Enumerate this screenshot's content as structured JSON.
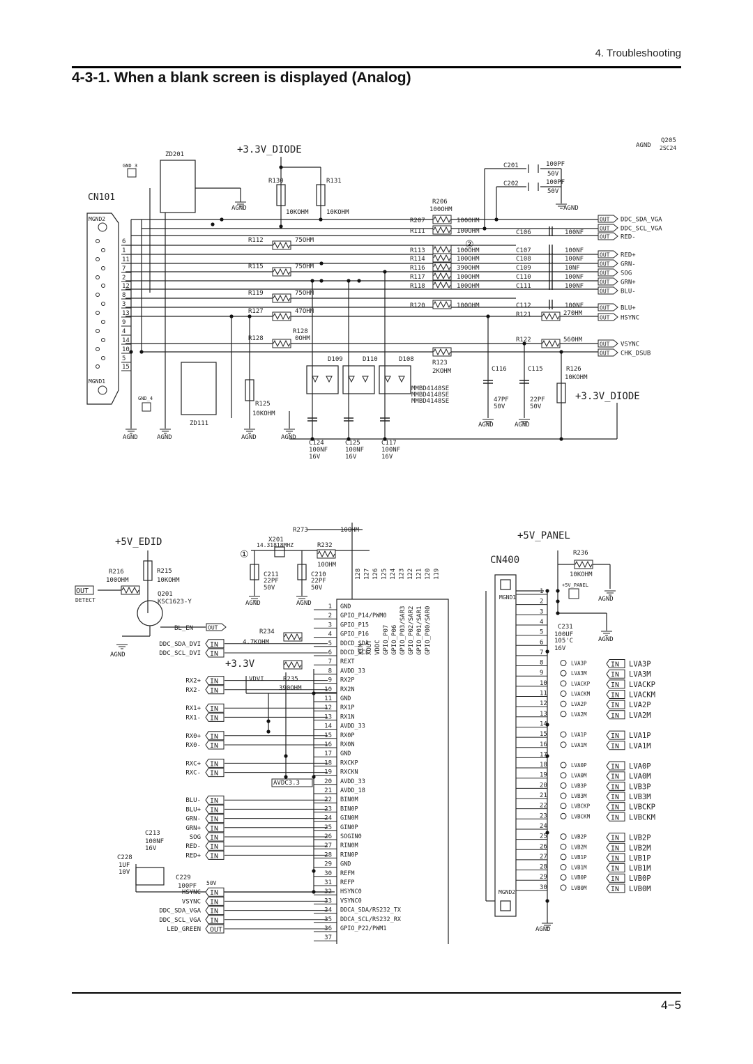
{
  "header": {
    "section": "4. Troubleshooting"
  },
  "title": "4-3-1. When a blank screen is displayed (Analog)",
  "page_number": "4−5",
  "schematic1": {
    "rail_top": "+3.3V_DIODE",
    "rail_right": "+3.3V_DIODE",
    "connector": "CN101",
    "zd201": "ZD201",
    "zd111": "ZD111",
    "q205": "Q205",
    "q205_part": "2SC24",
    "gnd3": "GND_3",
    "gnd4": "GND_4",
    "mgnd2": "MGND2",
    "mgnd1": "MGND1",
    "agnd": "AGND",
    "pins": [
      "6",
      "1",
      "11",
      "7",
      "2",
      "12",
      "8",
      "3",
      "13",
      "9",
      "4",
      "14",
      "10",
      "5",
      "15"
    ],
    "r130": "R130",
    "r131": "R131",
    "r130_val": "10KOHM",
    "r131_val": "10KOHM",
    "c201": "C201",
    "c201_val": "100PF",
    "c201_v": "50V",
    "c202": "C202",
    "c202_val": "100PF",
    "c202_v": "50V",
    "r206": "R206",
    "r206_val": "100OHM",
    "right_res": [
      {
        "ref": "R207",
        "val": "100OHM"
      },
      {
        "ref": "R111",
        "val": "100OHM"
      },
      {
        "ref": "R113",
        "val": "100OHM"
      },
      {
        "ref": "R114",
        "val": "100OHM"
      },
      {
        "ref": "R116",
        "val": "390OHM"
      },
      {
        "ref": "R117",
        "val": "100OHM"
      },
      {
        "ref": "R118",
        "val": "100OHM"
      },
      {
        "ref": "R120",
        "val": "100OHM"
      }
    ],
    "right_caps": [
      {
        "ref": "C106",
        "val": "100NF"
      },
      {
        "ref": "C107",
        "val": "100NF"
      },
      {
        "ref": "C108",
        "val": "100NF"
      },
      {
        "ref": "C109",
        "val": "10NF"
      },
      {
        "ref": "C110",
        "val": "100NF"
      },
      {
        "ref": "C111",
        "val": "100NF"
      },
      {
        "ref": "C112",
        "val": "100NF"
      }
    ],
    "r121": "R121",
    "r121_val": "270HM",
    "r122": "R122",
    "r122_val": "560HM",
    "outputs": [
      "DDC_SDA_VGA",
      "DDC_SCL_VGA",
      "RED-",
      "RED+",
      "GRN-",
      "SOG",
      "GRN+",
      "BLU-",
      "BLU+",
      "HSYNC",
      "VSYNC",
      "CHK_DSUB"
    ],
    "out_label": "OUT",
    "left_res": [
      {
        "ref": "R112",
        "val": "75OHM"
      },
      {
        "ref": "R115",
        "val": "75OHM"
      },
      {
        "ref": "R119",
        "val": "75OHM"
      },
      {
        "ref": "R127",
        "val": "47OHM"
      },
      {
        "ref": "R128",
        "val": "0OHM"
      }
    ],
    "r123": "R123",
    "r123_val": "2KOHM",
    "diodes": [
      "D109",
      "D110",
      "D108"
    ],
    "diode_parts": [
      "MMBD4148SE",
      "MMBD4148SE",
      "MMBD4148SE"
    ],
    "c116": "C116",
    "c116_val": "47PF",
    "c116_v": "50V",
    "c115": "C115",
    "c115_val": "22PF",
    "c115_v": "50V",
    "r126": "R126",
    "r126_val": "10KOHM",
    "r125": "R125",
    "r125_val": "10KOHM",
    "bottom_caps": [
      {
        "ref": "C124",
        "val": "100NF",
        "v": "16V"
      },
      {
        "ref": "C125",
        "val": "100NF",
        "v": "16V"
      },
      {
        "ref": "C117",
        "val": "100NF",
        "v": "16V"
      }
    ],
    "marker": "②"
  },
  "schematic2": {
    "rail_edid": "+5V_EDID",
    "rail_33": "+3.3V",
    "marker": "①",
    "x201": "X201",
    "x201_val": "14.31818MHZ",
    "r273": "R273",
    "r273_val": "10OHM",
    "r232": "R232",
    "r232_val": "10OHM",
    "c211": "C211",
    "c211_val": "22PF",
    "c211_v": "50V",
    "c210": "C210",
    "c210_val": "22PF",
    "c210_v": "50V",
    "r216": "R216",
    "r216_val": "100OHM",
    "r215": "R215",
    "r215_val": "10KOHM",
    "q201": "Q201",
    "q201_part": "KSC1623-Y",
    "out_left": "OUT",
    "detect": "DETECT",
    "bl_en": "BL_EN",
    "r234": "R234",
    "r234_val": "4.7KOHM",
    "r235": "R235",
    "r235_val": "390OHM",
    "vdvi": "VDVI",
    "avdc": "AVDC3.3",
    "agnd": "AGND",
    "c213": "C213",
    "c213_val": "100NF",
    "c213_v": "16V",
    "c228": "C228",
    "c228_val": "1UF",
    "c228_v": "10V",
    "c229": "C229",
    "c229_val": "100PF",
    "c229_v": "50V",
    "top_pins": [
      "128",
      "127",
      "126",
      "125",
      "124",
      "123",
      "122",
      "121",
      "120",
      "119"
    ],
    "top_pin_names": [
      "XIN",
      "XOUT",
      "VDDC",
      "GPIO_P07",
      "GPIO_P06",
      "GPIO_P03/SAR3",
      "GPIO_P02/SAR2",
      "GPIO_P01/SAR1",
      "GPIO_P00/SAR0"
    ],
    "ic_pins": [
      {
        "n": "1",
        "name": "GND"
      },
      {
        "n": "2",
        "name": "GPIO_P14/PWM0"
      },
      {
        "n": "3",
        "name": "GPIO_P15"
      },
      {
        "n": "4",
        "name": "GPIO_P16"
      },
      {
        "n": "5",
        "name": "DDCD_SDA"
      },
      {
        "n": "6",
        "name": "DDCD_SCL"
      },
      {
        "n": "7",
        "name": "REXT"
      },
      {
        "n": "8",
        "name": "AVDD_33"
      },
      {
        "n": "9",
        "name": "RX2P"
      },
      {
        "n": "10",
        "name": "RX2N"
      },
      {
        "n": "11",
        "name": "GND"
      },
      {
        "n": "12",
        "name": "RX1P"
      },
      {
        "n": "13",
        "name": "RX1N"
      },
      {
        "n": "14",
        "name": "AVDD_33"
      },
      {
        "n": "15",
        "name": "RX0P"
      },
      {
        "n": "16",
        "name": "RX0N"
      },
      {
        "n": "17",
        "name": "GND"
      },
      {
        "n": "18",
        "name": "RXCKP"
      },
      {
        "n": "19",
        "name": "RXCKN"
      },
      {
        "n": "20",
        "name": "AVDD_33"
      },
      {
        "n": "21",
        "name": "AVDD_18"
      },
      {
        "n": "22",
        "name": "BIN0M"
      },
      {
        "n": "23",
        "name": "BIN0P"
      },
      {
        "n": "24",
        "name": "GIN0M"
      },
      {
        "n": "25",
        "name": "GIN0P"
      },
      {
        "n": "26",
        "name": "SOGIN0"
      },
      {
        "n": "27",
        "name": "RIN0M"
      },
      {
        "n": "28",
        "name": "RIN0P"
      },
      {
        "n": "29",
        "name": "GND"
      },
      {
        "n": "30",
        "name": "REFM"
      },
      {
        "n": "31",
        "name": "REFP"
      },
      {
        "n": "32",
        "name": "HSYNC0"
      },
      {
        "n": "33",
        "name": "VSYNC0"
      },
      {
        "n": "34",
        "name": "DDCA_SDA/RS232_TX"
      },
      {
        "n": "35",
        "name": "DDCA_SCL/RS232_RX"
      },
      {
        "n": "36",
        "name": "GPIO_P22/PWM1"
      },
      {
        "n": "37",
        "name": ""
      }
    ],
    "in_signals": [
      {
        "name": "DDC_SDA_DVI",
        "dir": "IN",
        "pin": 5
      },
      {
        "name": "DDC_SCL_DVI",
        "dir": "IN",
        "pin": 6
      },
      {
        "name": "RX2+",
        "dir": "IN",
        "pin": 9
      },
      {
        "name": "RX2-",
        "dir": "IN",
        "pin": 10
      },
      {
        "name": "RX1+",
        "dir": "IN",
        "pin": 12
      },
      {
        "name": "RX1-",
        "dir": "IN",
        "pin": 13
      },
      {
        "name": "RX0+",
        "dir": "IN",
        "pin": 15
      },
      {
        "name": "RX0-",
        "dir": "IN",
        "pin": 16
      },
      {
        "name": "RXC+",
        "dir": "IN",
        "pin": 18
      },
      {
        "name": "RXC-",
        "dir": "IN",
        "pin": 19
      },
      {
        "name": "BLU-",
        "dir": "IN",
        "pin": 22
      },
      {
        "name": "BLU+",
        "dir": "IN",
        "pin": 23
      },
      {
        "name": "GRN-",
        "dir": "IN",
        "pin": 24
      },
      {
        "name": "GRN+",
        "dir": "IN",
        "pin": 25
      },
      {
        "name": "SOG",
        "dir": "IN",
        "pin": 26
      },
      {
        "name": "RED-",
        "dir": "IN",
        "pin": 27
      },
      {
        "name": "RED+",
        "dir": "IN",
        "pin": 28
      },
      {
        "name": "HSYNC",
        "dir": "IN",
        "pin": 32
      },
      {
        "name": "VSYNC",
        "dir": "IN",
        "pin": 33
      },
      {
        "name": "DDC_SDA_VGA",
        "dir": "IN",
        "pin": 34
      },
      {
        "name": "DDC_SCL_VGA",
        "dir": "IN",
        "pin": 35
      },
      {
        "name": "LED_GREEN",
        "dir": "OUT",
        "pin": 36
      }
    ],
    "panel_rail": "+5V_PANEL",
    "cn400": "CN400",
    "r236": "R236",
    "r236_val": "10KOHM",
    "c231": "C231",
    "c231_val": "100UF",
    "c231_temp": "105'C",
    "c231_v": "16V",
    "mgnd1": "MGND1",
    "mgnd2": "MGND2",
    "panel_net": "+5V_PANEL",
    "cn_pins": [
      "1",
      "2",
      "3",
      "4",
      "5",
      "6",
      "7",
      "8",
      "9",
      "10",
      "11",
      "12",
      "13",
      "14",
      "15",
      "16",
      "17",
      "18",
      "19",
      "20",
      "21",
      "22",
      "23",
      "24",
      "25",
      "26",
      "27",
      "28",
      "29",
      "30"
    ],
    "lvds": [
      {
        "pin": 8,
        "net": "LVA3P",
        "sig": "LVA3P"
      },
      {
        "pin": 9,
        "net": "LVA3M",
        "sig": "LVA3M"
      },
      {
        "pin": 10,
        "net": "LVACKP",
        "sig": "LVACKP"
      },
      {
        "pin": 11,
        "net": "LVACKM",
        "sig": "LVACKM"
      },
      {
        "pin": 12,
        "net": "LVA2P",
        "sig": "LVA2P"
      },
      {
        "pin": 13,
        "net": "LVA2M",
        "sig": "LVA2M"
      },
      {
        "pin": 15,
        "net": "LVA1P",
        "sig": "LVA1P"
      },
      {
        "pin": 16,
        "net": "LVA1M",
        "sig": "LVA1M"
      },
      {
        "pin": 18,
        "net": "LVA0P",
        "sig": "LVA0P"
      },
      {
        "pin": 19,
        "net": "LVA0M",
        "sig": "LVA0M"
      },
      {
        "pin": 20,
        "net": "LVB3P",
        "sig": "LVB3P"
      },
      {
        "pin": 21,
        "net": "LVB3M",
        "sig": "LVB3M"
      },
      {
        "pin": 22,
        "net": "LVBCKP",
        "sig": "LVBCKP"
      },
      {
        "pin": 23,
        "net": "LVBCKM",
        "sig": "LVBCKM"
      },
      {
        "pin": 25,
        "net": "LVB2P",
        "sig": "LVB2P"
      },
      {
        "pin": 26,
        "net": "LVB2M",
        "sig": "LVB2M"
      },
      {
        "pin": 27,
        "net": "LVB1P",
        "sig": "LVB1P"
      },
      {
        "pin": 28,
        "net": "LVB1M",
        "sig": "LVB1M"
      },
      {
        "pin": 29,
        "net": "LVB0P",
        "sig": "LVB0P"
      },
      {
        "pin": 30,
        "net": "LVB0M",
        "sig": "LVB0M"
      }
    ],
    "in_label": "IN"
  }
}
